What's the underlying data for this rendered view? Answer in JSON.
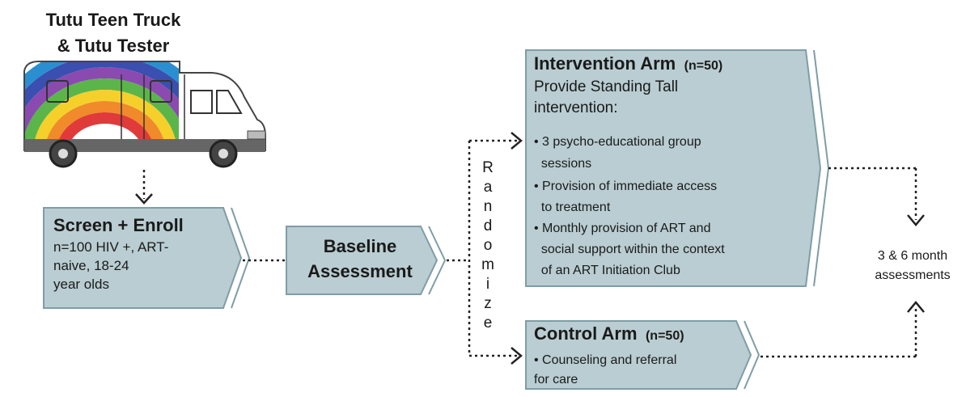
{
  "title": {
    "line1": "Tutu Teen Truck",
    "line2": "& Tutu Tester"
  },
  "screen_box": {
    "heading": "Screen + Enroll",
    "lines": [
      "n=100 HIV +, ART-",
      "naive, 18-24",
      "year olds"
    ]
  },
  "baseline_box": {
    "lines": [
      "Baseline",
      "Assessment"
    ]
  },
  "randomize_letters": [
    "R",
    "a",
    "n",
    "d",
    "o",
    "m",
    "i",
    "z",
    "e"
  ],
  "intervention_box": {
    "heading": "Intervention Arm",
    "n": "(n=50)",
    "sub_lines": [
      "Provide Standing Tall",
      "intervention:"
    ],
    "bullet_lines": [
      "• 3 psycho-educational group",
      "  sessions",
      "• Provision of immediate access",
      "  to treatment",
      "• Monthly provision of ART and",
      "  social support within the context",
      "  of an ART Initiation Club"
    ]
  },
  "control_box": {
    "heading": "Control Arm",
    "n": "(n=50)",
    "bullet_lines": [
      "• Counseling and referral",
      "for care"
    ]
  },
  "outcome": {
    "lines": [
      "3 & 6 month",
      "assessments"
    ]
  },
  "colors": {
    "box_fill": "#b9cdd2",
    "box_border": "#7f9da6",
    "truck_body": "#ffffff",
    "rainbow": [
      "#e03a3a",
      "#f08a2a",
      "#f5d02a",
      "#5bb54a",
      "#2a8fd0",
      "#3a4fb0",
      "#8a4ab0"
    ]
  },
  "icons": [
    "truck-icon"
  ]
}
